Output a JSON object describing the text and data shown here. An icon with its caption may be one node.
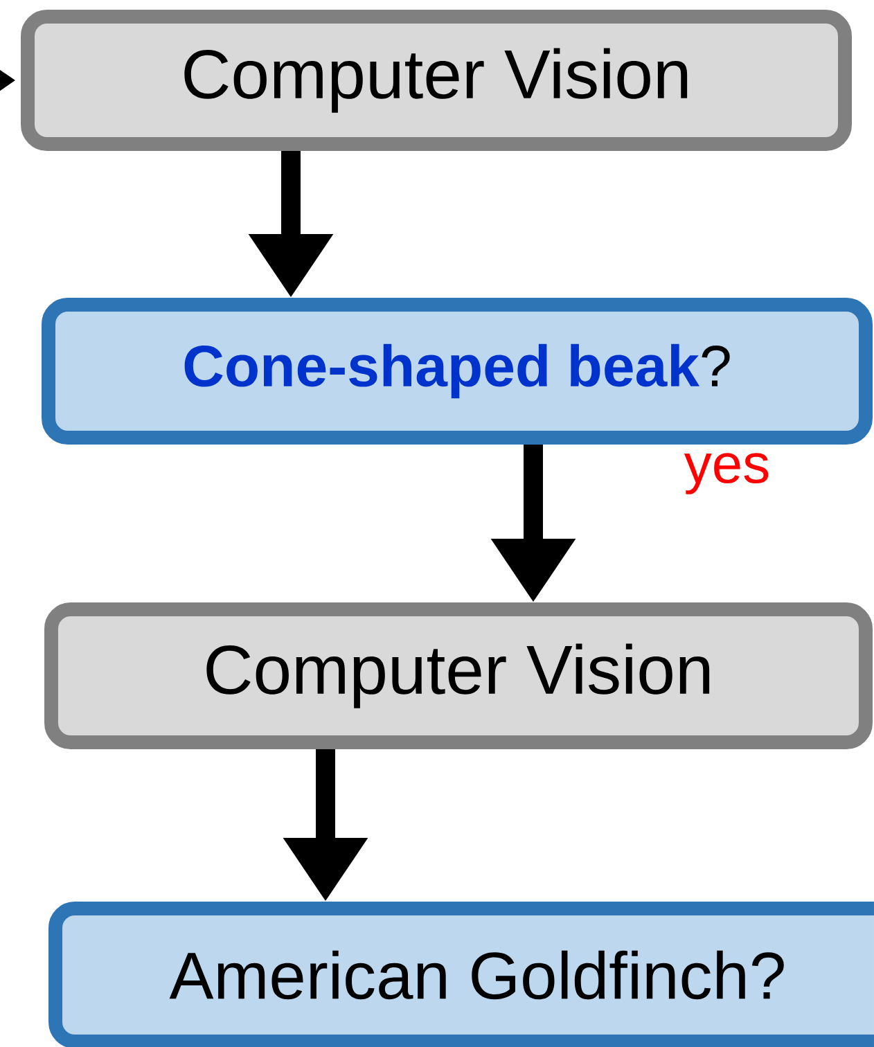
{
  "diagram": {
    "nodes": [
      {
        "text": [
          "Computer Vision"
        ]
      },
      {
        "text": [
          "**Cone-shaped beak**?"
        ]
      },
      {
        "text": [
          "Computer Vision"
        ]
      },
      {
        "text": [
          "American Goldfinch?"
        ]
      }
    ],
    "edges": [
      {
        "from": null,
        "to": 0,
        "arrow": "to"
      },
      {
        "from": 0,
        "to": 1,
        "arrow": "to"
      },
      {
        "from": 1,
        "to": 2,
        "arrow": "to",
        "label": "yes"
      },
      {
        "from": 2,
        "to": 3,
        "arrow": "to"
      }
    ]
  }
}
